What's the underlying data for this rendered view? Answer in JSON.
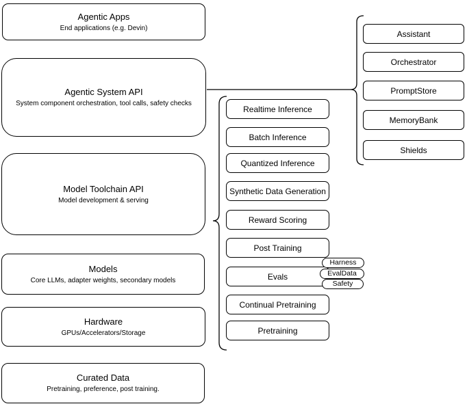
{
  "diagram": {
    "left_stack": [
      {
        "title": "Agentic Apps",
        "subtitle": "End applications (e.g. Devin)"
      },
      {
        "title": "Agentic System API",
        "subtitle": "System component orchestration, tool calls, safety checks"
      },
      {
        "title": "Model Toolchain API",
        "subtitle": "Model development & serving"
      },
      {
        "title": "Models",
        "subtitle": "Core LLMs, adapter weights, secondary models"
      },
      {
        "title": "Hardware",
        "subtitle": "GPUs/Accelerators/Storage"
      },
      {
        "title": "Curated Data",
        "subtitle": "Pretraining, preference, post training."
      }
    ],
    "toolchain_items": [
      "Realtime Inference",
      "Batch Inference",
      "Quantized Inference",
      "Synthetic Data Generation",
      "Reward Scoring",
      "Post Training",
      "Evals",
      "Continual Pretraining",
      "Pretraining"
    ],
    "evals_tags": [
      "Harness",
      "EvalData",
      "Safety"
    ],
    "system_components": [
      "Assistant",
      "Orchestrator",
      "PromptStore",
      "MemoryBank",
      "Shields"
    ],
    "colors": {
      "stroke": "#000000",
      "background": "#ffffff",
      "text": "#000000"
    }
  }
}
